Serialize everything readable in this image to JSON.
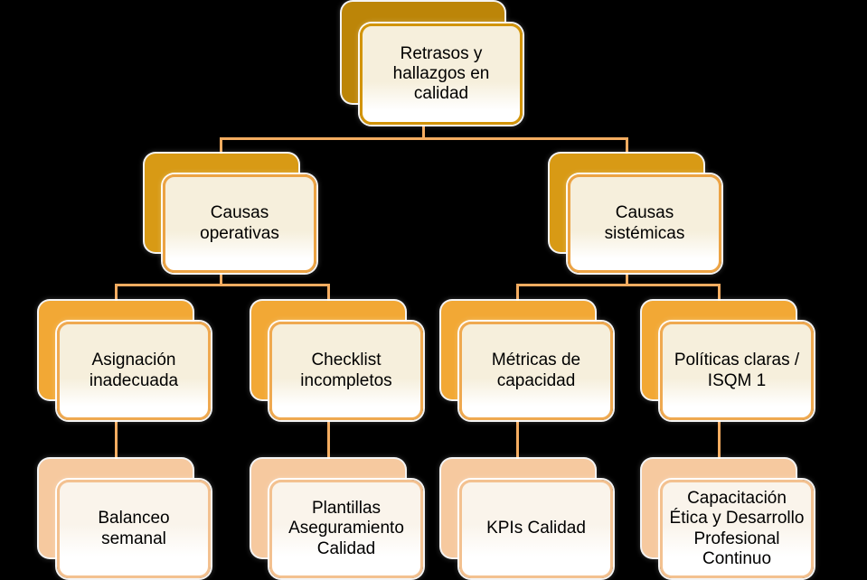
{
  "diagram": {
    "type": "hierarchy",
    "root": {
      "label": "Retrasos y hallazgos en calidad"
    },
    "branches": [
      {
        "label": "Causas operativas",
        "children": [
          {
            "label": "Asignación inadecuada",
            "child": {
              "label": "Balanceo semanal"
            }
          },
          {
            "label": "Checklist incompletos",
            "child": {
              "label": "Plantillas Aseguramiento Calidad"
            }
          }
        ]
      },
      {
        "label": "Causas sistémicas",
        "children": [
          {
            "label": "Métricas de capacidad",
            "child": {
              "label": "KPIs Calidad"
            }
          },
          {
            "label": "Políticas claras / ISQM 1",
            "child": {
              "label": "Capacitación Ética y Desarrollo Profesional Continuo"
            }
          }
        ]
      }
    ]
  },
  "colors": {
    "background": "#000000",
    "connector": "#F4AC60",
    "level1_back": "#BC8508",
    "level1_border": "#D29408",
    "level2_back": "#D89A15",
    "level2_border": "#ECA344",
    "level3_back": "#F2A835",
    "level3_border": "#EFA950",
    "level4_back": "#F6C99F",
    "level4_border": "#F3C190",
    "front_fill": "#F6EFDC",
    "front_fill_light": "#FAF4EB",
    "text": "#000000"
  }
}
